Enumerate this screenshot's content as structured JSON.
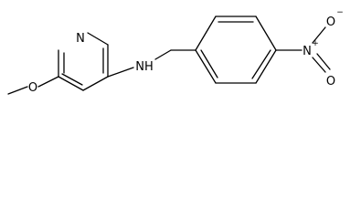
{
  "molecule": {
    "labels": {
      "pyridine_nitrogen": "N",
      "amine": "NH",
      "nitro_nitrogen": "N",
      "nitro_nitrogen_charge": "+",
      "nitro_oxygen_top": "O",
      "nitro_oxygen_top_charge": "−",
      "nitro_oxygen_bottom": "O"
    },
    "colors": {
      "ink": "#000000",
      "background": "#ffffff"
    }
  }
}
